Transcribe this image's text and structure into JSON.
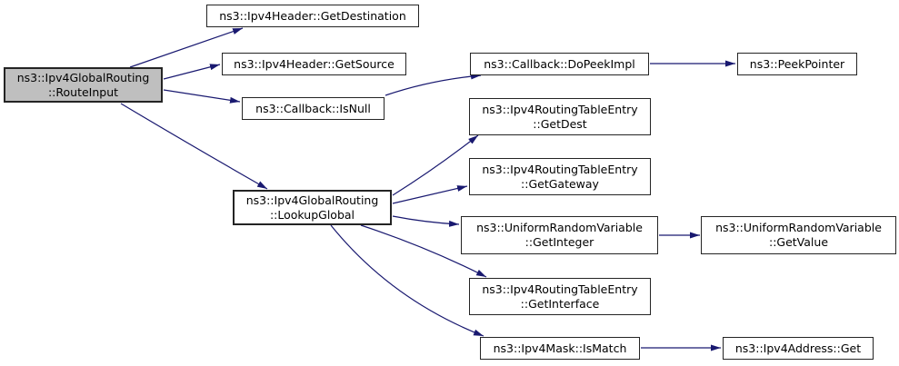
{
  "diagram": {
    "type": "doxygen-call-graph",
    "background_color": "#ffffff",
    "edge_color": "#191970",
    "node_fill": "#ffffff",
    "node_border_color": "#242424",
    "root_fill": "#bfbfbf"
  },
  "nodes": [
    {
      "id": "route-input",
      "label": "ns3::Ipv4GlobalRouting\n::RouteInput",
      "root": true
    },
    {
      "id": "get-destination",
      "label": "ns3::Ipv4Header::GetDestination",
      "root": false
    },
    {
      "id": "get-source",
      "label": "ns3::Ipv4Header::GetSource",
      "root": false
    },
    {
      "id": "is-null",
      "label": "ns3::Callback::IsNull",
      "root": false
    },
    {
      "id": "do-peek-impl",
      "label": "ns3::Callback::DoPeekImpl",
      "root": false
    },
    {
      "id": "peek-pointer",
      "label": "ns3::PeekPointer",
      "root": false
    },
    {
      "id": "get-dest",
      "label": "ns3::Ipv4RoutingTableEntry\n::GetDest",
      "root": false
    },
    {
      "id": "get-gateway",
      "label": "ns3::Ipv4RoutingTableEntry\n::GetGateway",
      "root": false
    },
    {
      "id": "lookup-global",
      "label": "ns3::Ipv4GlobalRouting\n::LookupGlobal",
      "root": false
    },
    {
      "id": "get-integer",
      "label": "ns3::UniformRandomVariable\n::GetInteger",
      "root": false
    },
    {
      "id": "get-value",
      "label": "ns3::UniformRandomVariable\n::GetValue",
      "root": false
    },
    {
      "id": "get-interface",
      "label": "ns3::Ipv4RoutingTableEntry\n::GetInterface",
      "root": false
    },
    {
      "id": "is-match",
      "label": "ns3::Ipv4Mask::IsMatch",
      "root": false
    },
    {
      "id": "ipv4-address-get",
      "label": "ns3::Ipv4Address::Get",
      "root": false
    }
  ],
  "edges": [
    {
      "from": "route-input",
      "to": "get-destination"
    },
    {
      "from": "route-input",
      "to": "get-source"
    },
    {
      "from": "route-input",
      "to": "is-null"
    },
    {
      "from": "route-input",
      "to": "lookup-global"
    },
    {
      "from": "is-null",
      "to": "do-peek-impl"
    },
    {
      "from": "do-peek-impl",
      "to": "peek-pointer"
    },
    {
      "from": "lookup-global",
      "to": "get-dest"
    },
    {
      "from": "lookup-global",
      "to": "get-gateway"
    },
    {
      "from": "lookup-global",
      "to": "get-integer"
    },
    {
      "from": "lookup-global",
      "to": "get-interface"
    },
    {
      "from": "lookup-global",
      "to": "is-match"
    },
    {
      "from": "get-integer",
      "to": "get-value"
    },
    {
      "from": "is-match",
      "to": "ipv4-address-get"
    }
  ]
}
